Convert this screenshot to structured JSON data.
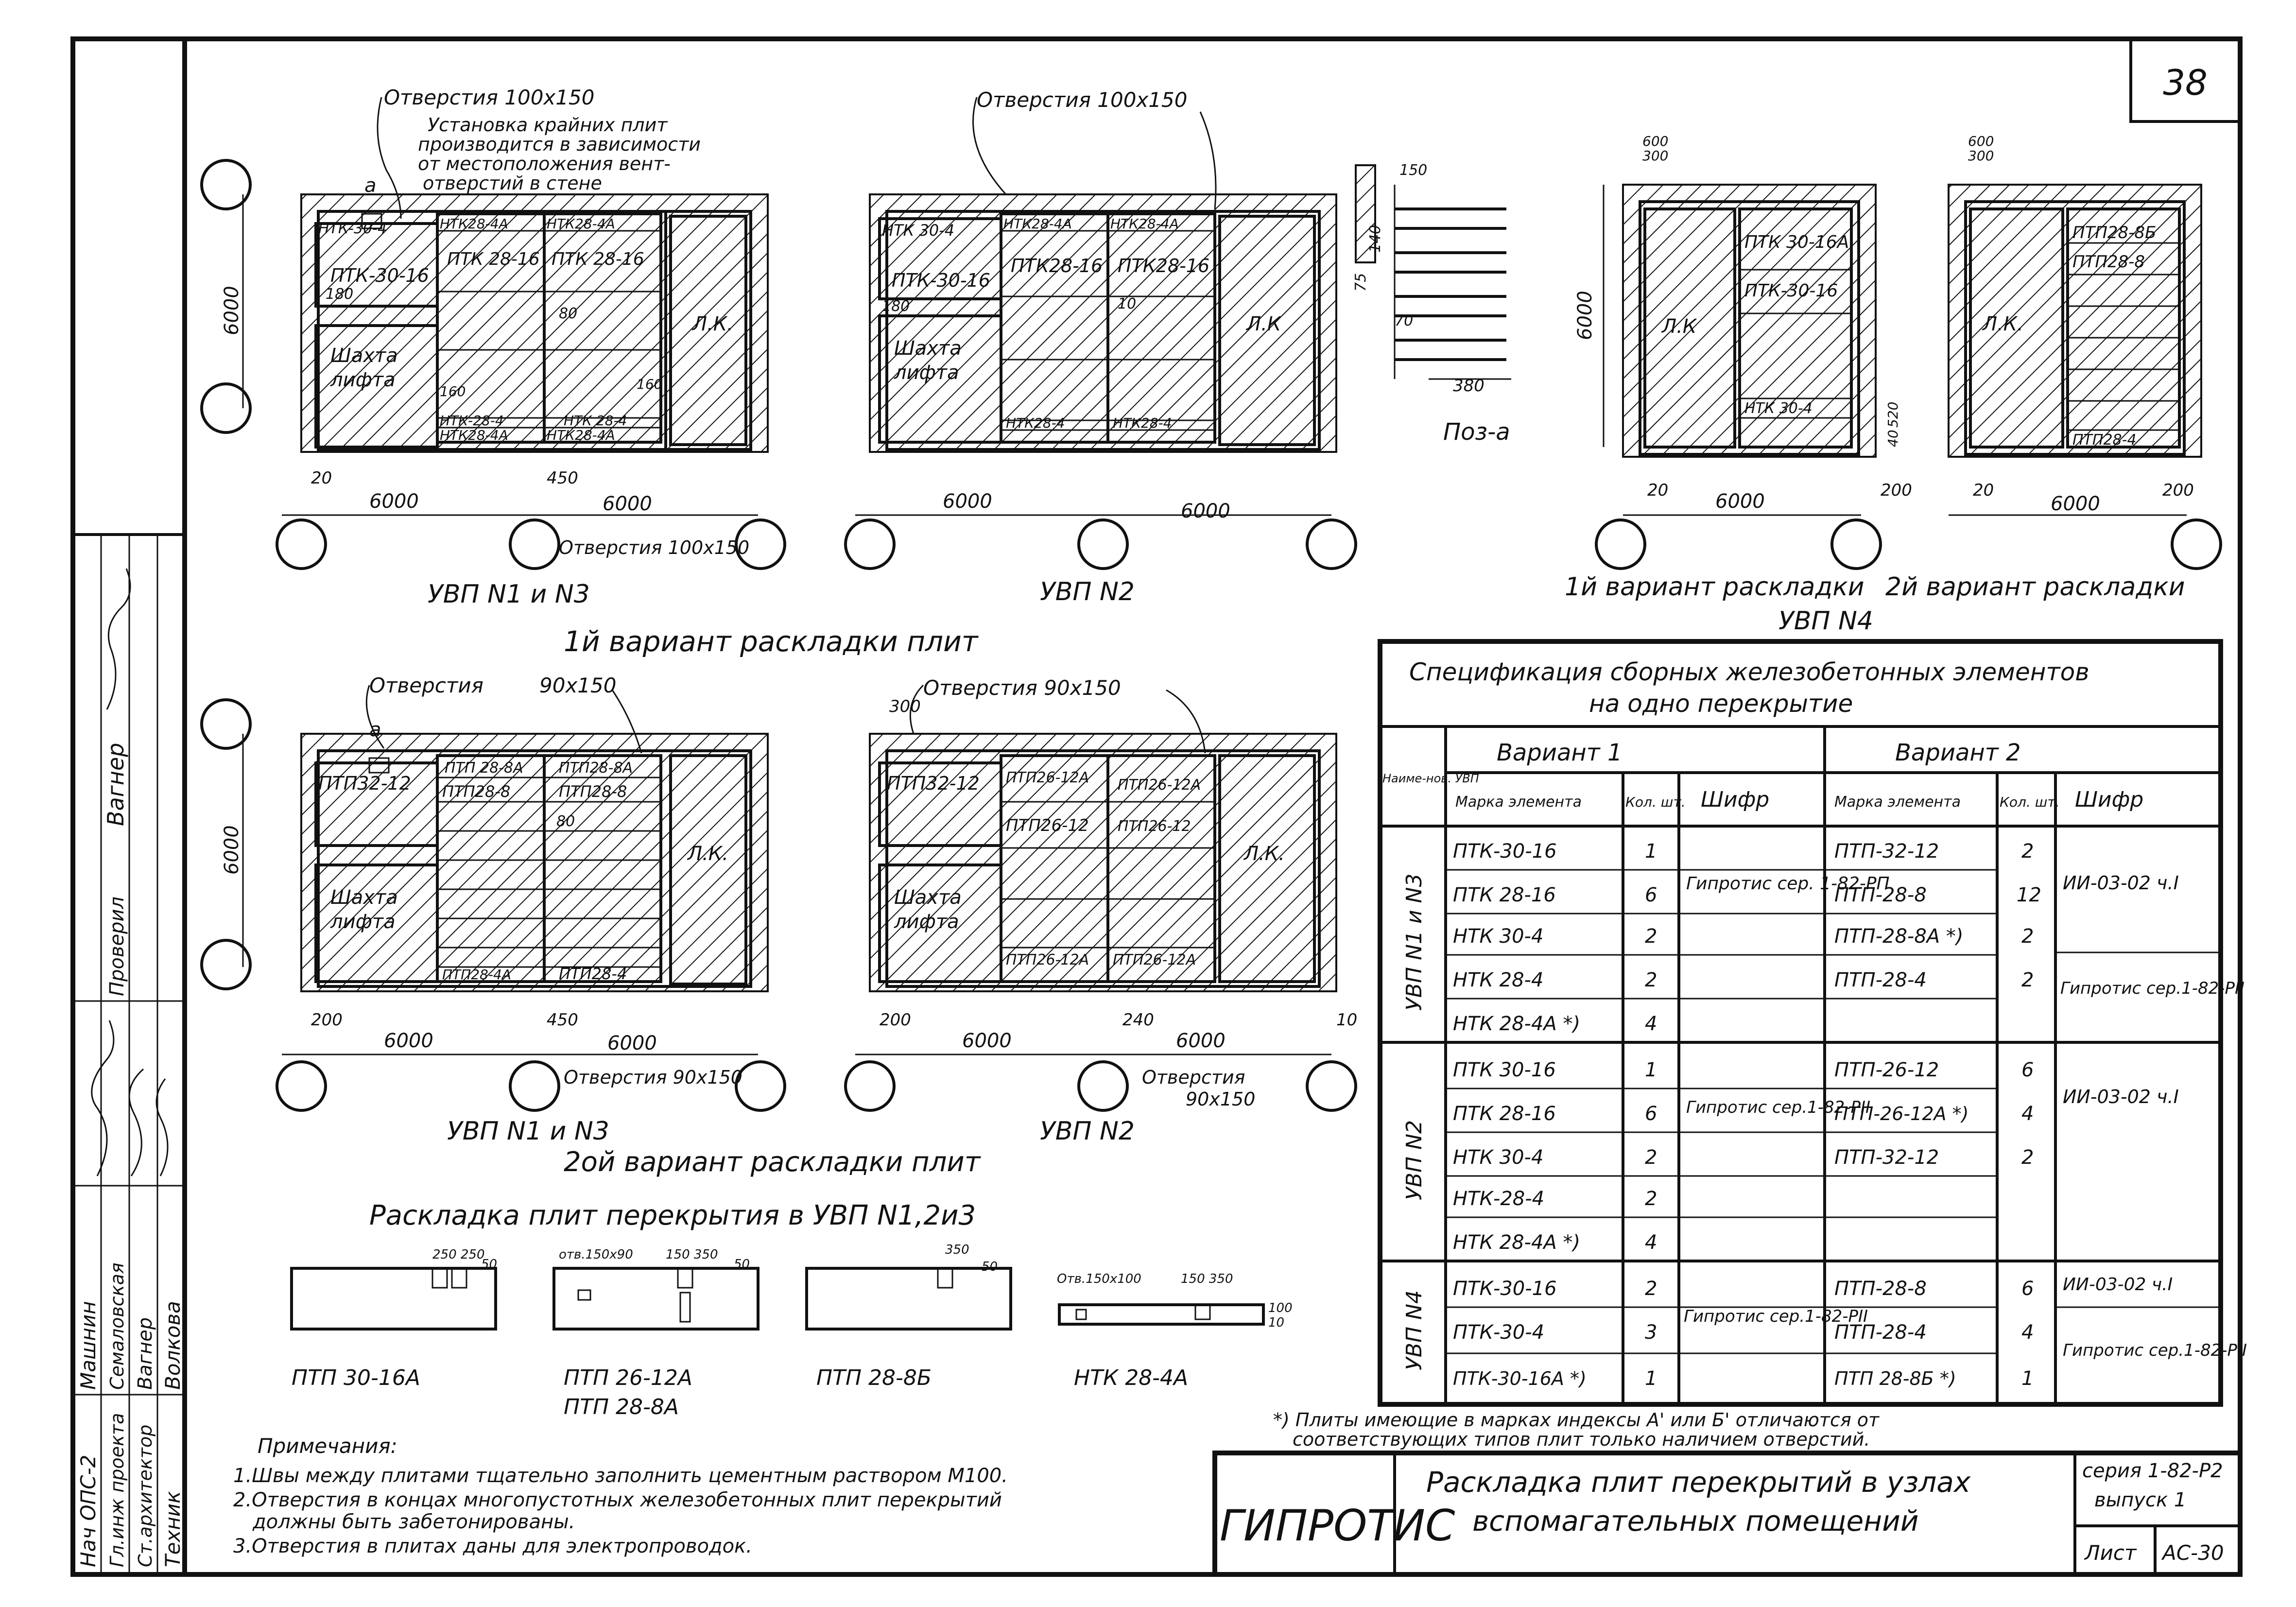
{
  "sheet": {
    "number": "38",
    "title_line1": "Раскладка плит перекрытий в узлах",
    "title_line2": "вспомагательных помещений",
    "org": "ГИПРОТИС",
    "series": "серия 1-82-Р2",
    "issue": "выпуск 1",
    "list_label": "Лист",
    "list_value": "АС-30"
  },
  "side_stamp": {
    "roles": [
      "Нач ОПС-2",
      "Гл.инж проекта",
      "Ст.архитектор",
      "Техник"
    ],
    "names": [
      "Машнин",
      "Семаловская",
      "Вагнер",
      "Волкова"
    ],
    "checked_label": "Проверил",
    "checked_name": "Вагнер"
  },
  "plans_row1": {
    "plan_a": {
      "caption": "УВП N1 и N3",
      "note_hole": "Отверстия 100х150",
      "note_install_1": "Установка крайних плит",
      "note_install_2": "производится в зависимости",
      "note_install_3": "от местоположения вент-",
      "note_install_4": "отверстий в стене",
      "note_hole_bottom": "Отверстия 100х150",
      "dim_height": "6000",
      "dim_left": "6000",
      "dim_right": "6000",
      "dim_20": "20",
      "dim_450": "450",
      "dim_180": "180",
      "dim_80": "80",
      "dim_160a": "160",
      "dim_160b": "160",
      "mark_a": "а",
      "labels": {
        "ntk30_4": "НТК-30-4",
        "ptk30_16": "ПТК-30-16",
        "ptk28_16a": "ПТК 28-16",
        "ptk28_16b": "ПТК 28-16",
        "ntk28_4a": "НТК28-4А",
        "ntk28_4b": "НТК28-4А",
        "ntk28_4": "НТК-28-4",
        "ntk28_4_2": "НТК 28-4",
        "ntk28_4a_b": "НТК28-4А",
        "ntk28_4a_c": "НТК28-4А",
        "shaft1": "Шахта",
        "shaft2": "лифта",
        "lk": "Л.К."
      }
    },
    "plan_b": {
      "caption": "УВП N2",
      "note_hole": "Отверстия 100х150",
      "dim_left": "6000",
      "dim_right": "6000",
      "dim_180": "180",
      "dim_10": "10",
      "labels": {
        "ntk30_4": "НТК 30-4",
        "ptk30_16": "ПТК-30-16",
        "ptk28_16a": "ПТК28-16",
        "ptk28_16b": "ПТК28-16",
        "ntk28_4a": "НТК28-4А",
        "ntk28_4b": "НТК28-4А",
        "ntk28_4": "НТК28-4",
        "ntk28_4_2": "НТК28-4",
        "shaft1": "Шахта",
        "shaft2": "лифта",
        "lk": "Л.К"
      }
    },
    "caption_variant": "1й вариант раскладки плит"
  },
  "section_a": {
    "title": "Поз-а",
    "dim_150": "150",
    "dim_140": "140",
    "dim_75": "75",
    "dim_70": "70",
    "dim_380": "380"
  },
  "plans_uvp4": {
    "v1": {
      "dim_height": "6000",
      "dim_width": "6000",
      "dim_20": "20",
      "dim_200": "200",
      "dim_600": "600",
      "dim_300": "300",
      "dim_520": "520",
      "dim_40": "40",
      "labels": {
        "lk": "Л.К",
        "ptk30_16a": "ПТК 30-16А",
        "ptk30_16": "ПТК-30-16",
        "ntk30_4": "НТК 30-4"
      }
    },
    "v2": {
      "dim_width": "6000",
      "dim_20": "20",
      "dim_200": "200",
      "dim_600": "600",
      "dim_300": "300",
      "labels": {
        "lk": "Л.К.",
        "ptp28_8b": "ПТП28-8Б",
        "ptp28_8": "ПТП28-8",
        "ptp28_4": "ПТП28-4"
      }
    },
    "caption_v1": "1й вариант раскладки",
    "caption_v2": "2й вариант раскладки",
    "caption": "УВП N4"
  },
  "plans_row2": {
    "plan_a": {
      "caption": "УВП N1 и N3",
      "note_hole": "Отверстия",
      "note_size": "90х150",
      "note_hole_bottom": "Отверстия 90х150",
      "dim_height": "6000",
      "dim_left": "6000",
      "dim_right": "6000",
      "dim_200": "200",
      "dim_450": "450",
      "dim_80": "80",
      "mark_a": "а",
      "labels": {
        "ptp32_12": "ПТП32-12",
        "ptp28_8a": "ПТП 28-8А",
        "ptp28_8a_2": "ПТП28-8А",
        "ptp28_8": "ПТП28-8",
        "ptp28_8_2": "ПТП28-8",
        "ptp28_4a": "ПТП28-4А",
        "ptp28_4": "ПТП28-4",
        "shaft1": "Шахта",
        "shaft2": "лифта",
        "lk": "Л.К."
      }
    },
    "plan_b": {
      "caption": "УВП N2",
      "note_hole": "Отверстия 90х150",
      "note_hole_bottom": "Отверстия",
      "note_hole_bottom_size": "90х150",
      "dim_300": "300",
      "dim_left": "6000",
      "dim_right": "6000",
      "dim_200": "200",
      "dim_240": "240",
      "dim_10": "10",
      "labels": {
        "ptp32_12": "ПТП32-12",
        "ptp26_12a": "ПТП26-12А",
        "ptp26_12a_2": "ПТП26-12А",
        "ptp26_12": "ПТП26-12",
        "ptp26_12_2": "ПТП26-12",
        "ptp26_12a_3": "ПТП26-12А",
        "ptp26_12a_4": "ПТП26-12А",
        "shaft1": "Шахта",
        "shaft2": "лифта",
        "lk": "Л.К."
      }
    },
    "caption_variant": "2ой вариант раскладки плит"
  },
  "slab_details": {
    "title": "Раскладка плит перекрытия в УВП N1,2и3",
    "items": [
      {
        "label": "ПТП 30-16А",
        "dims": "250 250",
        "d2": "50"
      },
      {
        "label": "ПТП 26-12А",
        "label2": "ПТП 28-8А",
        "dims": "отв.150х90",
        "d2": "150 350",
        "d3": "50"
      },
      {
        "label": "ПТП 28-8Б",
        "dims": "350",
        "d2": "50"
      },
      {
        "label": "НТК 28-4А",
        "dims": "Отв.150х100",
        "d2": "150 350",
        "d3": "100",
        "d4": "10"
      }
    ]
  },
  "notes": {
    "title": "Примечания:",
    "items": [
      "1.Швы между плитами тщательно заполнить цементным раствором М100.",
      "2.Отверстия в концах многопустотных железобетонных плит перекрытий",
      "должны быть забетонированы.",
      "3.Отверстия в плитах даны для электропроводок."
    ]
  },
  "spec": {
    "title1": "Спецификация сборных железобетонных элементов",
    "title2": "на одно перекрытие",
    "col_name": "Наиме-нов. УВП",
    "variant1": "Вариант 1",
    "variant2": "Вариант 2",
    "h_mark": "Марка элемента",
    "h_qty": "Кол. шт.",
    "h_code": "Шифр",
    "groups": [
      {
        "name": "УВП N1 и N3",
        "code1": "Гипротис сер. 1-82-РП",
        "code2a": "ИИ-03-02 ч.I",
        "code2b": "Гипротис сер.1-82-РII",
        "rows": [
          {
            "m1": "ПТК-30-16",
            "q1": "1",
            "m2": "ПТП-32-12",
            "q2": "2"
          },
          {
            "m1": "ПТК 28-16",
            "q1": "6",
            "m2": "ПТП-28-8",
            "q2": "12"
          },
          {
            "m1": "НТК 30-4",
            "q1": "2",
            "m2": "ПТП-28-8А *)",
            "q2": "2"
          },
          {
            "m1": "НТК 28-4",
            "q1": "2",
            "m2": "ПТП-28-4",
            "q2": "2"
          },
          {
            "m1": "НТК 28-4А *)",
            "q1": "4",
            "m2": "",
            "q2": ""
          }
        ]
      },
      {
        "name": "УВП N2",
        "code1": "Гипротис сер.1-82-РII",
        "code2a": "ИИ-03-02 ч.I",
        "rows": [
          {
            "m1": "ПТК 30-16",
            "q1": "1",
            "m2": "ПТП-26-12",
            "q2": "6"
          },
          {
            "m1": "ПТК 28-16",
            "q1": "6",
            "m2": "ПТП-26-12А *)",
            "q2": "4"
          },
          {
            "m1": "НТК 30-4",
            "q1": "2",
            "m2": "ПТП-32-12",
            "q2": "2"
          },
          {
            "m1": "НТК-28-4",
            "q1": "2",
            "m2": "",
            "q2": ""
          },
          {
            "m1": "НТК 28-4А *)",
            "q1": "4",
            "m2": "",
            "q2": ""
          }
        ]
      },
      {
        "name": "УВП N4",
        "code1": "Гипротис сер.1-82-РII",
        "code2a": "ИИ-03-02 ч.I",
        "code2b": "Гипротис сер.1-82-РII",
        "rows": [
          {
            "m1": "ПТК-30-16",
            "q1": "2",
            "m2": "ПТП-28-8",
            "q2": "6"
          },
          {
            "m1": "ПТК-30-4",
            "q1": "3",
            "m2": "ПТП-28-4",
            "q2": "4"
          },
          {
            "m1": "ПТК-30-16А *)",
            "q1": "1",
            "m2": "ПТП 28-8Б *)",
            "q2": "1"
          }
        ]
      }
    ],
    "footnote1": "*) Плиты имеющие в марках индексы А' или Б' отличаются от",
    "footnote2": "соответствующих типов плит только наличием отверстий."
  }
}
